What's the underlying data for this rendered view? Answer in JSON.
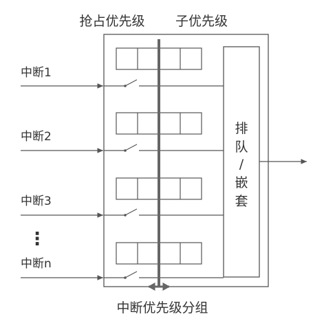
{
  "headers": {
    "preempt_priority": "抢占优先级",
    "sub_priority": "子优先级"
  },
  "interrupts": [
    {
      "label": "中断1"
    },
    {
      "label": "中断2"
    },
    {
      "label": "中断3"
    },
    {
      "label": "中断n"
    }
  ],
  "ellipsis": "⋮",
  "queue_box": {
    "chars": [
      "排",
      "队",
      "/",
      "嵌",
      "套"
    ]
  },
  "footer": {
    "group_label": "中断优先级分组"
  },
  "colors": {
    "line": "#555555",
    "divider": "#666666",
    "text": "#333333"
  }
}
